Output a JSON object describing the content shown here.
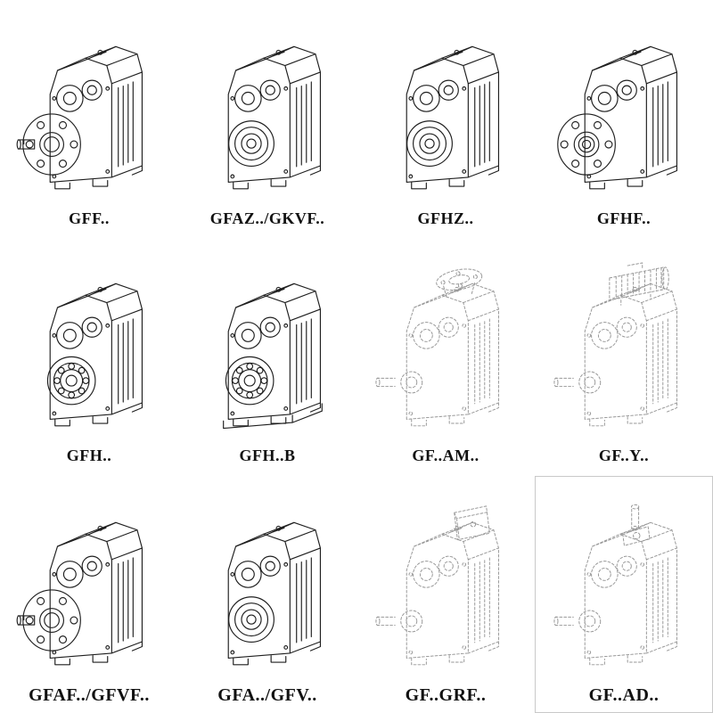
{
  "page": {
    "kind": "gearbox-catalog-grid",
    "background": "#ffffff",
    "columns": 4,
    "rows": 3
  },
  "colors": {
    "solid_line": "#1f1f1f",
    "dashed_line": "#979797",
    "background": "#ffffff",
    "box_border": "#c9c9c9",
    "label_text": "#111111"
  },
  "cells": [
    {
      "label": "GFF..",
      "symbol": "#sym-flange-shaft",
      "variant": "flange-mounted-solid-output-shaft",
      "line_style": "solid"
    },
    {
      "label": "GFAZ../GKVF..",
      "symbol": "#sym-hollow",
      "variant": "hollow-output-shaft",
      "line_style": "solid"
    },
    {
      "label": "GFHZ..",
      "symbol": "#sym-hollow",
      "variant": "hollow-shaft-shrink-disc",
      "line_style": "solid"
    },
    {
      "label": "GFHF..",
      "symbol": "#sym-flange-hollow",
      "variant": "flange-mounted-hollow-shaft",
      "line_style": "solid"
    },
    {
      "label": "GFH..",
      "symbol": "#sym-bearing",
      "variant": "hollow-shaft-bearing-view",
      "line_style": "solid"
    },
    {
      "label": "GFH..B",
      "symbol": "#sym-bearing-base",
      "variant": "hollow-shaft-with-base-plate",
      "line_style": "solid"
    },
    {
      "label": "GF..AM..",
      "symbol": "#sym-am",
      "variant": "motor-adapter-flange-top",
      "line_style": "dashed"
    },
    {
      "label": "GF..Y..",
      "symbol": "#sym-y",
      "variant": "mounted-motor-top",
      "line_style": "dashed"
    },
    {
      "label": "GFAF../GFVF..",
      "symbol": "#sym-flange-shaft",
      "variant": "flange-mounted-solid-output-shaft",
      "line_style": "solid"
    },
    {
      "label": "GFA../GFV..",
      "symbol": "#sym-hollow",
      "variant": "hollow-output-shaft",
      "line_style": "solid"
    },
    {
      "label": "GF..GRF..",
      "symbol": "#sym-grf",
      "variant": "gear-adapter-box-top",
      "line_style": "dashed"
    },
    {
      "label": "GF..AD..",
      "symbol": "#sym-ad",
      "variant": "input-shaft-adapter-top",
      "line_style": "dashed"
    }
  ]
}
